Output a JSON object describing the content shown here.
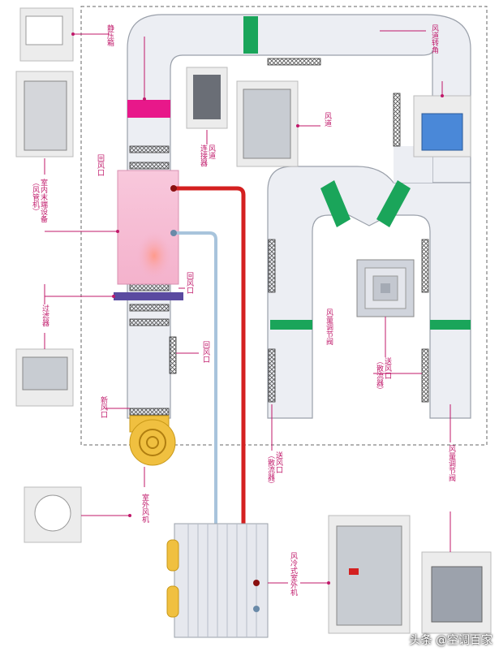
{
  "labels": {
    "static_box": "静压箱",
    "duct_elbow": "风道转角",
    "duct": "风道",
    "duct_connector": "风道\n连接器",
    "return_port_top": "回风口",
    "indoor_unit": "室内末端设备\n（风管机）",
    "return_port_mid": "回风口",
    "filter": "过滤器",
    "return_port_low": "回风口",
    "fresh_air_port": "新风口",
    "outdoor_fan": "室外风机",
    "volume_damper_center": "风量调节阀",
    "supply_port_diffuser_right": "送风口\n（散流器）",
    "supply_port_diffuser_bottom": "送风口\n（散流器）",
    "volume_damper_right": "风量调节阀",
    "air_cooled_outdoor_unit": "风冷式室外机"
  },
  "watermark": "头条 @空调百家",
  "colors": {
    "label": "#c0186a",
    "duct_fill": "#eceef3",
    "duct_edge": "#9aa0aa",
    "damper_green": "#1aa55a",
    "static_box_magenta": "#e8188a",
    "indoor_unit_pink": "#f6c0d6",
    "hot_pipe": "#d42020",
    "cold_pipe": "#a8c4dc",
    "fan_yellow": "#f0c040",
    "filter_purple": "#5a4aa0"
  }
}
